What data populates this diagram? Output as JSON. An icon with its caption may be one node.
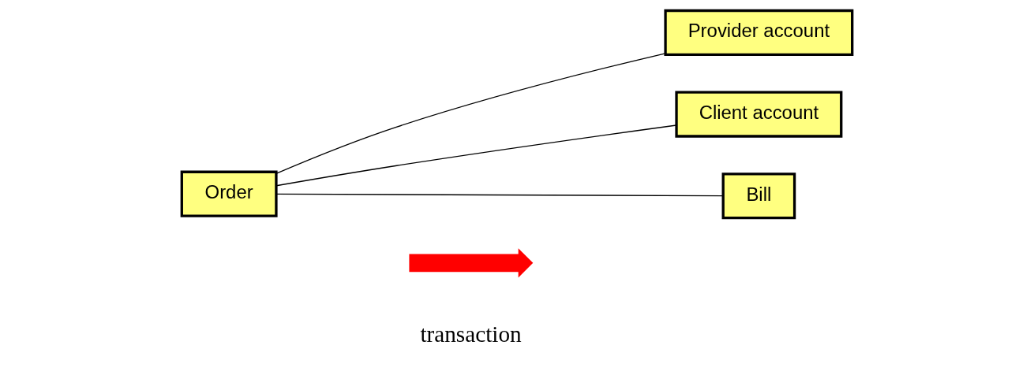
{
  "diagram": {
    "nodes": [
      {
        "text": [
          "Order"
        ]
      },
      {
        "text": [
          "Provider account"
        ]
      },
      {
        "text": [
          "Client account"
        ]
      },
      {
        "text": [
          "Bill"
        ]
      },
      {
        "text": [],
        "shape": "arrow"
      }
    ],
    "edges": [
      {
        "from": 0,
        "to": 1,
        "arrow": "none"
      },
      {
        "from": 0,
        "to": 2,
        "arrow": "none"
      },
      {
        "from": 0,
        "to": 3,
        "arrow": "none"
      }
    ],
    "labels": [
      "transaction"
    ]
  }
}
